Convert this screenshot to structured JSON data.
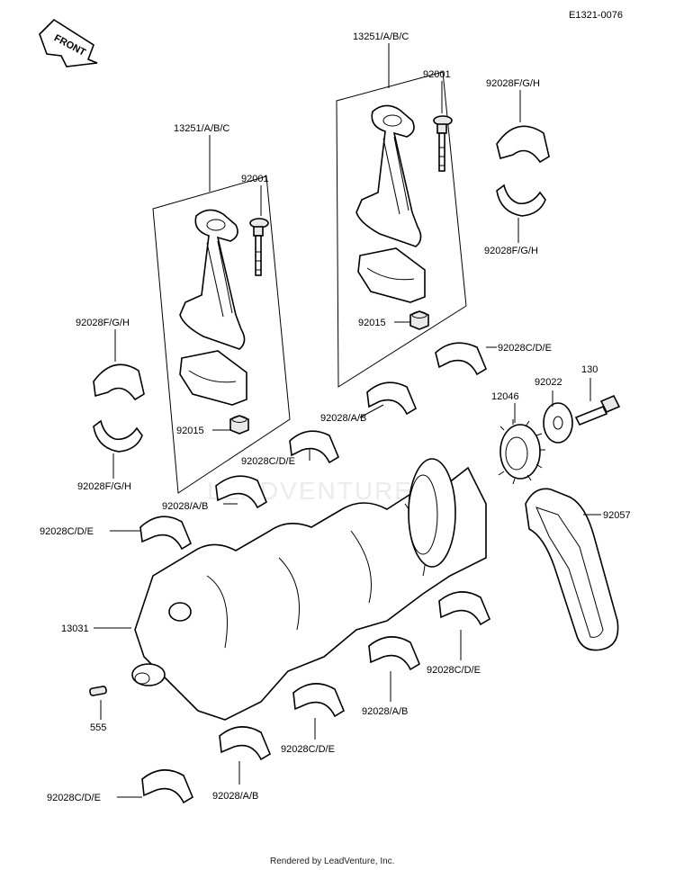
{
  "diagram": {
    "code": "E1321-0076",
    "front_label": "FRONT",
    "watermark": "LEADVENTURE",
    "footer": "Rendered by LeadVenture, Inc.",
    "labels": {
      "conrod_left": "13251/A/B/C",
      "conrod_right": "13251/A/B/C",
      "bolt_left": "92001",
      "bolt_right": "92001",
      "nut_left": "92015",
      "nut_right": "92015",
      "bearing_fgh_tr1": "92028F/G/H",
      "bearing_fgh_tr2": "92028F/G/H",
      "bearing_fgh_l1": "92028F/G/H",
      "bearing_fgh_l2": "92028F/G/H",
      "bearing_cde_1": "92028C/D/E",
      "bearing_ab_1": "92028/A/B",
      "bearing_cde_2": "92028C/D/E",
      "bearing_ab_2": "92028/A/B",
      "bearing_cde_3": "92028C/D/E",
      "washer": "92022",
      "bolt_130": "130",
      "sprocket": "12046",
      "chain": "92057",
      "crankshaft": "13031",
      "pin": "555",
      "bearing_cde_4": "92028C/D/E",
      "bearing_ab_3": "92028/A/B",
      "bearing_cde_5": "92028C/D/E",
      "bearing_ab_4": "92028/A/B",
      "bearing_cde_6": "92028C/D/E"
    }
  }
}
